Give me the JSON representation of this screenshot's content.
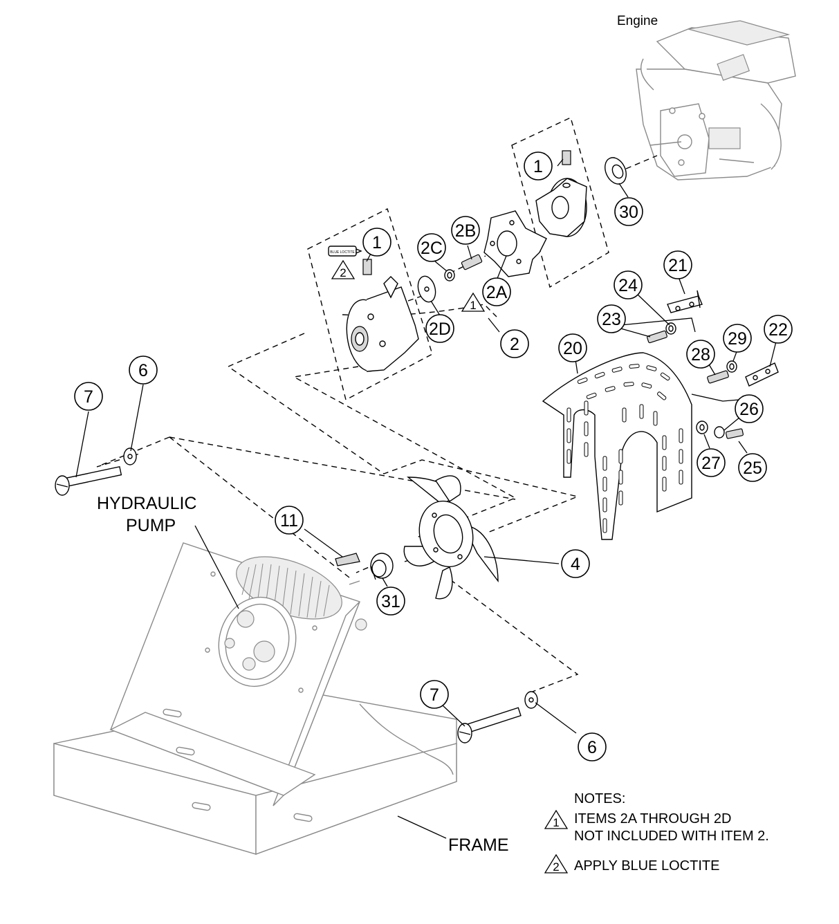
{
  "labels": {
    "engine": "Engine",
    "hydraulic_pump_line1": "HYDRAULIC",
    "hydraulic_pump_line2": "PUMP",
    "frame": "FRAME"
  },
  "callouts": {
    "c1a": "1",
    "c1b": "1",
    "c2": "2",
    "c2a": "2A",
    "c2b": "2B",
    "c2c": "2C",
    "c2d": "2D",
    "c4": "4",
    "c6a": "6",
    "c6b": "6",
    "c7a": "7",
    "c7b": "7",
    "c11": "11",
    "c20": "20",
    "c21": "21",
    "c22": "22",
    "c23": "23",
    "c24": "24",
    "c25": "25",
    "c26": "26",
    "c27": "27",
    "c28": "28",
    "c29": "29",
    "c30": "30",
    "c31": "31"
  },
  "note_markers": {
    "marker1": "1",
    "marker2": "2",
    "loctite_tube": "BLUE LOCTITE"
  },
  "notes": {
    "heading": "NOTES:",
    "note1_line1": "ITEMS 2A THROUGH 2D",
    "note1_line2": "NOT INCLUDED WITH ITEM 2.",
    "note1_marker": "1",
    "note2": "APPLY BLUE LOCTITE",
    "note2_marker": "2"
  }
}
